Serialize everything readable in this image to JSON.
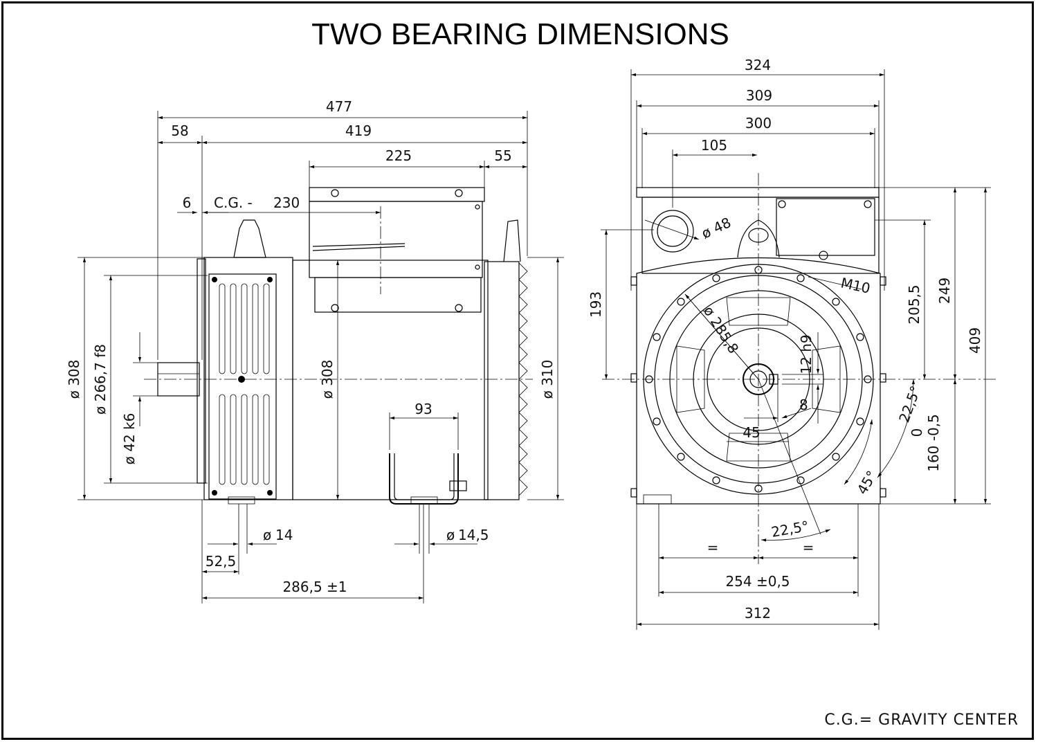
{
  "title": "TWO BEARING DIMENSIONS",
  "legend": "C.G.= GRAVITY CENTER",
  "side_view": {
    "overall_length": "477",
    "shaft_extension": "58",
    "body_length": "419",
    "terminal_box_length": "225",
    "rear_offset": "55",
    "flange_offset": "6",
    "cg_label": "C.G. -",
    "cg_value": "230",
    "flange_diameter": "308",
    "spigot_diameter": "266,7  f8",
    "shaft_diameter": "42  k6",
    "body_diameter": "308",
    "fan_diameter": "310",
    "foot_slot_width": "93",
    "hole_front": "14",
    "hole_rear": "14,5",
    "foot_front_offset": "52,5",
    "foot_spacing": "286,5 ±1"
  },
  "end_view": {
    "overall_width": "324",
    "width_309": "309",
    "width_300": "300",
    "gland_offset": "105",
    "gland_diameter": "48",
    "thread": "M10",
    "pcd": "285,8",
    "key_width": "12  h9",
    "key_depth": "8",
    "shaft_height": "45",
    "height_193": "193",
    "height_205_5": "205,5",
    "height_249": "249",
    "height_409": "409",
    "angle_22_5_upper": "22,5°",
    "angle_45": "45°",
    "angle_22_5_lower": "22,5°",
    "centre_height_upper_tol": "0",
    "centre_height": "160 -0,5",
    "equal_left": "=",
    "equal_right": "=",
    "foot_spacing": "254 ±0,5",
    "foot_width": "312"
  }
}
